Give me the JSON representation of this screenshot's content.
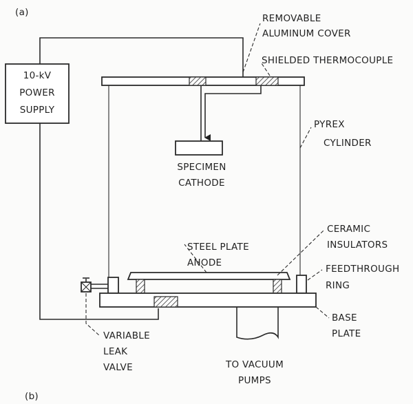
{
  "panel_labels": {
    "top": "(a)",
    "bottom": "(b)"
  },
  "labels": {
    "removable_cover_line1": "REMOVABLE",
    "removable_cover_line2": "ALUMINUM COVER",
    "thermocouple": "SHIELDED THERMOCOUPLE",
    "power_line1": "10-kV",
    "power_line2": "POWER",
    "power_line3": "SUPPLY",
    "pyrex_line1": "PYREX",
    "pyrex_line2": "CYLINDER",
    "specimen_line1": "SPECIMEN",
    "specimen_line2": "CATHODE",
    "ceramic_line1": "CERAMIC",
    "ceramic_line2": "INSULATORS",
    "steel_line1": "STEEL PLATE",
    "steel_line2": "ANODE",
    "feedthrough_line1": "FEEDTHROUGH",
    "feedthrough_line2": "RING",
    "base_line1": "BASE",
    "base_line2": "PLATE",
    "leak_line1": "VARIABLE",
    "leak_line2": "LEAK",
    "leak_line3": "VALVE",
    "vacuum_line1": "TO VACUUM",
    "vacuum_line2": "PUMPS"
  }
}
